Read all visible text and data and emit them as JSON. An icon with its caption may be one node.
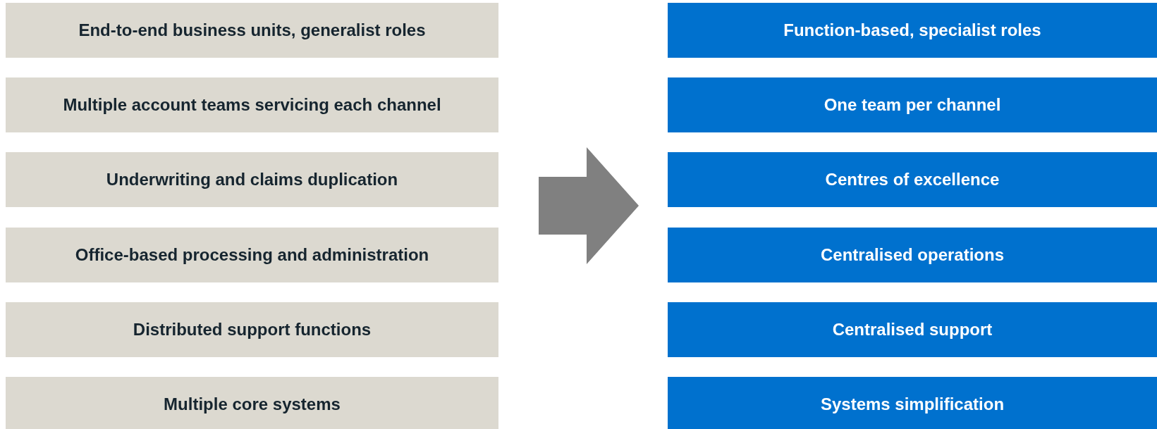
{
  "diagram": {
    "nodes": [
      {
        "text": [
          "End-to-end business units, generalist roles"
        ]
      },
      {
        "text": [
          "Function-based, specialist roles"
        ]
      },
      {
        "text": [
          "Multiple account teams servicing each channel"
        ]
      },
      {
        "text": [
          "One team per channel"
        ]
      },
      {
        "text": [
          "Underwriting and claims duplication"
        ]
      },
      {
        "text": [
          "Centres of excellence"
        ]
      },
      {
        "text": [
          "Office-based processing and administration"
        ]
      },
      {
        "text": [
          "Centralised operations"
        ]
      },
      {
        "text": [
          "Distributed support functions"
        ]
      },
      {
        "text": [
          "Centralised support"
        ]
      },
      {
        "text": [
          "Multiple core systems"
        ]
      },
      {
        "text": [
          "Systems simplification"
        ]
      }
    ]
  }
}
